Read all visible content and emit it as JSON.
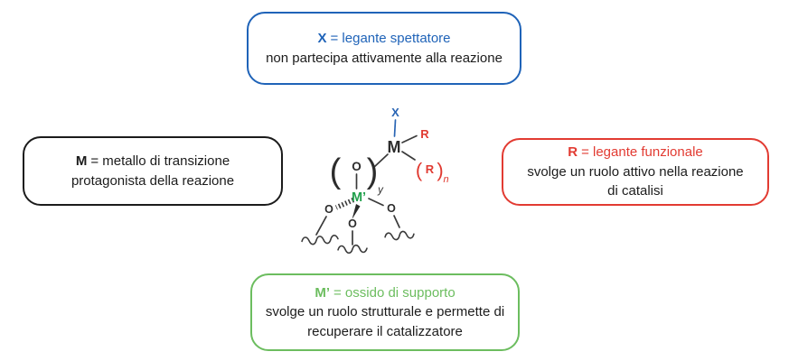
{
  "callouts": {
    "spectator": {
      "symbol": "X",
      "title_rest": "= legante spettatore",
      "line1": "non partecipa attivamente alla reazione",
      "accent": "#1f63b8"
    },
    "metal": {
      "symbol": "M",
      "title_rest": "= metallo di transizione",
      "line1": "protagonista della reazione",
      "accent": "#1b1b1b"
    },
    "functional": {
      "symbol": "R",
      "title_rest": "= legante funzionale",
      "line1": "svolge un ruolo attivo nella reazione",
      "line2": "di catalisi",
      "accent": "#e23b32"
    },
    "support": {
      "symbol": "M’",
      "title_rest": "= ossido di supporto",
      "line1": "svolge un ruolo strutturale e permette di",
      "line2": "recuperare il catalizzatore",
      "accent": "#6cbd5f"
    }
  },
  "structure": {
    "labels": {
      "x": "X",
      "m": "M",
      "r": "R",
      "paren_open_big": "(",
      "o_bridge": "O",
      "paren_close_big": ")",
      "y_sub": "y",
      "rn_open": "(",
      "r2": "R",
      "rn_close": ")",
      "n_sub": "n",
      "m_prime": "M’",
      "o_left": "O",
      "o_bottom": "O",
      "o_right": "O"
    },
    "colors": {
      "x_blue": "#2a65b4",
      "r_red": "#e03a31",
      "m_prime_green": "#21a04c",
      "bond": "#3a3a3a"
    }
  }
}
